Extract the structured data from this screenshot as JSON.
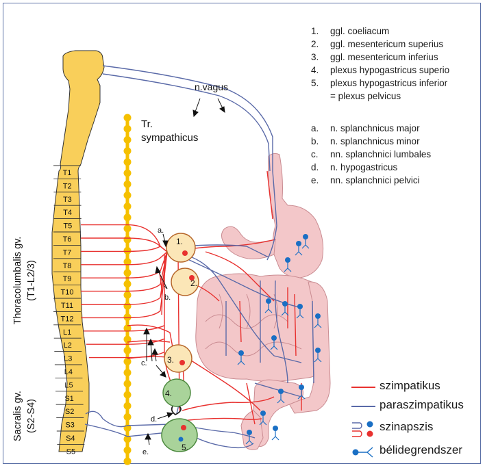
{
  "numbered_list": [
    {
      "num": "1.",
      "text": "ggl. coeliacum"
    },
    {
      "num": "2.",
      "text": "ggl. mesentericum superius"
    },
    {
      "num": "3.",
      "text": "ggl. mesentericum inferius"
    },
    {
      "num": "4.",
      "text": "plexus hypogastricus superio"
    },
    {
      "num": "5.",
      "text": "plexus hypogastricus inferior"
    },
    {
      "num": "",
      "text": "= plexus pelvicus"
    }
  ],
  "lettered_list": [
    {
      "letter": "a.",
      "text": "n. splanchnicus major"
    },
    {
      "letter": "b.",
      "text": "n. splanchnicus minor"
    },
    {
      "letter": "c.",
      "text": "nn. splanchnici lumbales"
    },
    {
      "letter": "d.",
      "text": "n. hypogastricus"
    },
    {
      "letter": "e.",
      "text": "nn. splanchnici pelvici"
    }
  ],
  "labels": {
    "vagus": "n.vagus",
    "tr_line1": "Tr.",
    "tr_line2": "sympathicus",
    "thoraco_line1": "Thoracolumbalis gv.",
    "thoraco_line2": "(T1-L2/3)",
    "sacralis_line1": "Sacralis gv.",
    "sacralis_line2": "(S2-S4)"
  },
  "vertebrae": [
    "T1",
    "T2",
    "T3",
    "T4",
    "T5",
    "T6",
    "T7",
    "T8",
    "T9",
    "T10",
    "T11",
    "T12",
    "L1",
    "L2",
    "L3",
    "L4",
    "L5",
    "S1",
    "S2",
    "S3",
    "S4",
    "S5"
  ],
  "ganglia": [
    "1.",
    "2.",
    "3.",
    "4.",
    "5."
  ],
  "letters": [
    "a.",
    "b.",
    "c.",
    "d.",
    "e."
  ],
  "legend": {
    "sympathetic": "szimpatikus",
    "parasympathetic": "paraszimpatikus",
    "synapse": "szinapszis",
    "enteric": "bélidegrendszer"
  },
  "colors": {
    "spine": "#f9cf5a",
    "sympathetic": "#e8312f",
    "parasympathetic": "#5a6aa8",
    "gut": "#f3c7c9",
    "ganglion_yellow": "#fbe6b7",
    "ganglion_green": "#a9d39a",
    "enteric_node": "#1a6fc4"
  }
}
